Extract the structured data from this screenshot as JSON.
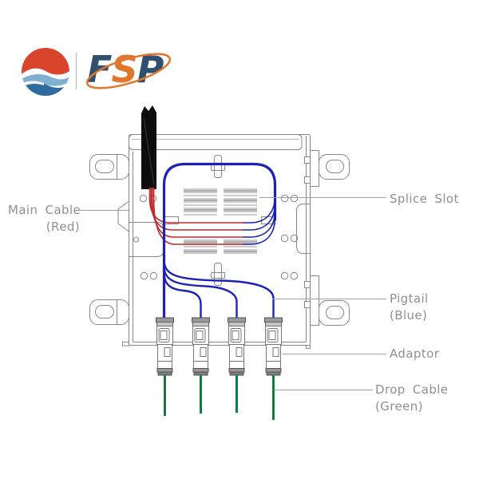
{
  "logo": {
    "letters": [
      "F",
      "S",
      "P"
    ]
  },
  "labels": {
    "main_cable": {
      "line1": "Main Cable",
      "line2": "(Red)"
    },
    "splice_slot": {
      "line1": "Splice Slot"
    },
    "pigtail": {
      "line1": "Pigtail",
      "line2": "(Blue)"
    },
    "adaptor": {
      "line1": "Adaptor"
    },
    "drop_cable": {
      "line1": "Drop Cable",
      "line2": "(Green)"
    }
  },
  "colors": {
    "main_cable_red": "#c22a2e",
    "pigtail_blue": "#1c22b8",
    "drop_cable_green": "#0f7d3e",
    "cable_sheath_black": "#0d0d0d",
    "outline_gray": "#888888",
    "hatch_gray": "#9a9a9a",
    "leader_gray": "#a0a0a0",
    "label_gray": "#909090",
    "adaptor_cap_dark": "#999999",
    "adaptor_cap_light": "#c4c4c4",
    "logo_navy": "#31506e",
    "logo_orange": "#e2762d",
    "logo_red": "#d8452b",
    "logo_lightblue": "#7fb0d0",
    "logo_deepblue": "#2f6b9e"
  }
}
